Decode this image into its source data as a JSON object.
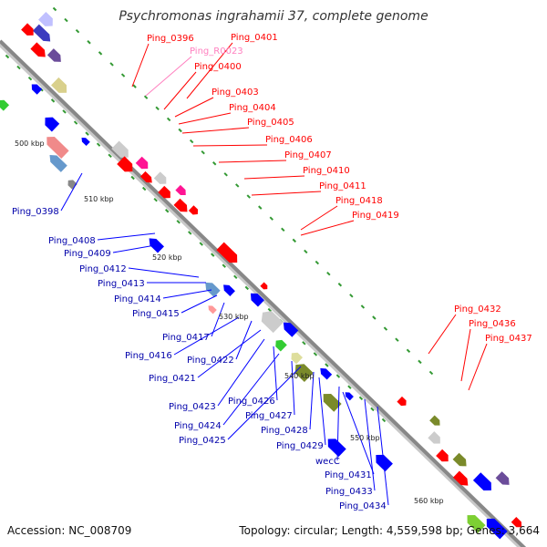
{
  "title": "Psychromonas ingrahamii 37, complete genome",
  "footer": {
    "accession": "Accession: NC_008709",
    "summary": "Topology: circular; Length: 4,559,598 bp; Genes: 3,664"
  },
  "colors": {
    "forward": "#ff0000",
    "reverse": "#0000ff",
    "rna": "#ff7fbf",
    "backbone": "#888888",
    "tick": "#339933"
  },
  "kbp_marks": [
    "500 kbp",
    "510 kbp",
    "520 kbp",
    "530 kbp",
    "540 kbp",
    "550 kbp",
    "560 kbp"
  ],
  "labels_forward": [
    "Ping_0396",
    "Ping_0401",
    "Ping_R0023",
    "Ping_0400",
    "Ping_0403",
    "Ping_0404",
    "Ping_0405",
    "Ping_0406",
    "Ping_0407",
    "Ping_0410",
    "Ping_0411",
    "Ping_0418",
    "Ping_0419",
    "Ping_0432",
    "Ping_0436",
    "Ping_0437"
  ],
  "labels_reverse": [
    "Ping_0398",
    "Ping_0408",
    "Ping_0409",
    "Ping_0412",
    "Ping_0413",
    "Ping_0414",
    "Ping_0415",
    "Ping_0417",
    "Ping_0416",
    "Ping_0422",
    "Ping_0421",
    "Ping_0423",
    "Ping_0426",
    "Ping_0424",
    "Ping_0427",
    "Ping_0425",
    "Ping_0428",
    "Ping_0429",
    "wecC",
    "Ping_0431",
    "Ping_0433",
    "Ping_0434"
  ]
}
